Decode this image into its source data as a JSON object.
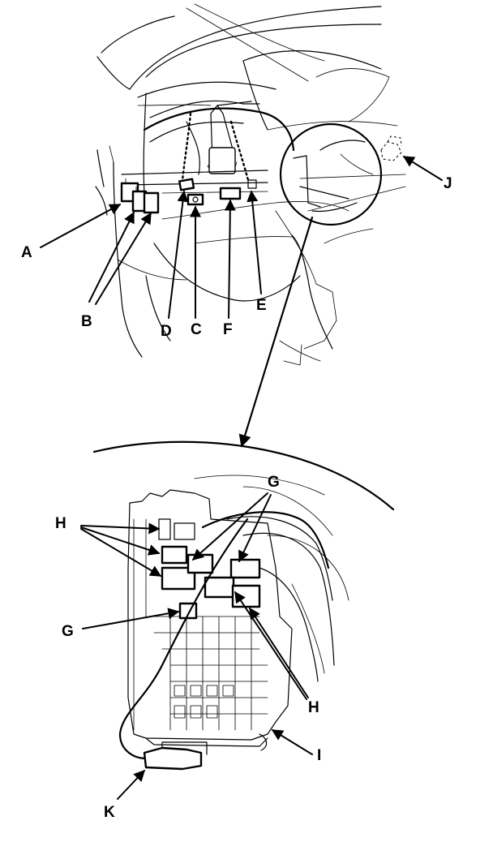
{
  "callouts": {
    "A": "A",
    "B": "B",
    "C": "C",
    "D": "D",
    "E": "E",
    "F": "F",
    "G_upper": "G",
    "G_lower": "G",
    "H_upper": "H",
    "H_lower": "H",
    "I": "I",
    "J": "J",
    "K": "K"
  }
}
